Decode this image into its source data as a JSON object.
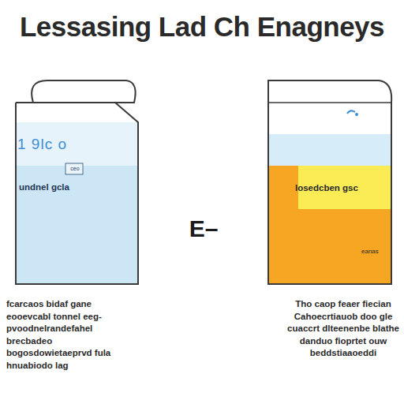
{
  "diagram": {
    "title": "Lessasing Lad Ch Enagneys",
    "nodes": [
      {
        "text": [
          "1 9lc o",
          "undnel gcla"
        ]
      },
      {
        "text": [
          "losedcben gsc"
        ]
      }
    ],
    "labels": [
      "ceo",
      "eanas",
      "E–",
      "fcarcaos bidaf gane eooevcabl tonnel eeg-pvoodnelrandefahel brecbadeo bogosdowietaeprvd fula hnuabiodo lag",
      "Tho caop feaer fiecian Cahoecrtiauob doo gle cuaccrt dlteenenbe blathe danduo fioprtet ouw beddstiaaoeddi"
    ]
  }
}
